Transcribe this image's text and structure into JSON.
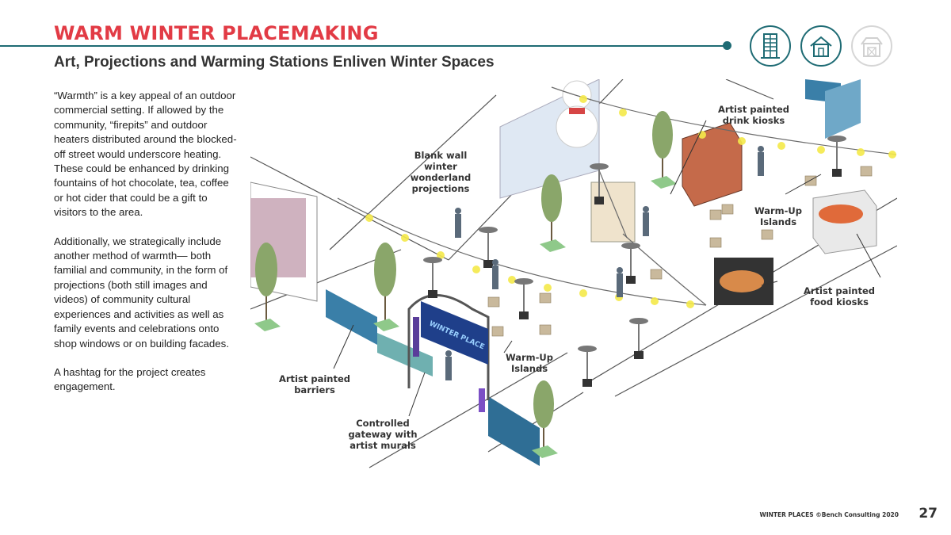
{
  "header": {
    "title": "WARM WINTER PLACEMAKING",
    "subtitle": "Art, Projections and Warming Stations Enliven Winter Spaces",
    "icons": [
      "building-icon",
      "house-icon",
      "barn-icon"
    ]
  },
  "body": {
    "paragraph1": "“Warmth” is a key appeal of an outdoor commercial setting. If allowed by the community, “firepits” and outdoor heaters distributed around the blocked-off street would underscore heating. These could be enhanced by drinking fountains of hot chocolate, tea, coffee or hot cider that could be a gift to visitors to the area.",
    "paragraph2": "Additionally, we strategically include another method of warmth— both familial and community, in the form of projections (both still images and videos) of community cultural experiences and activities as well as family events and celebrations onto shop windows or on building facades.",
    "paragraph3": "A hashtag for the project creates engagement."
  },
  "illustration": {
    "gateway_sign": "WINTER PLACE",
    "callouts": {
      "artist_drink_kiosks": "Artist painted drink kiosks",
      "blank_wall": "Blank wall winter wonderland projections",
      "warm_up_islands_top": "Warm-Up Islands",
      "artist_food_kiosks": "Artist painted food kiosks",
      "warm_up_islands_bottom": "Warm-Up Islands",
      "artist_barriers": "Artist painted barriers",
      "controlled_gateway": "Controlled gateway with artist murals"
    }
  },
  "footer": {
    "credit": "WINTER PLACES ©Bench Consulting 2020",
    "page_number": "27"
  },
  "colors": {
    "title_red": "#e23b45",
    "teal": "#1e6b74",
    "light_yellow": "#f5e94a",
    "grass_green": "#8fc98a"
  }
}
